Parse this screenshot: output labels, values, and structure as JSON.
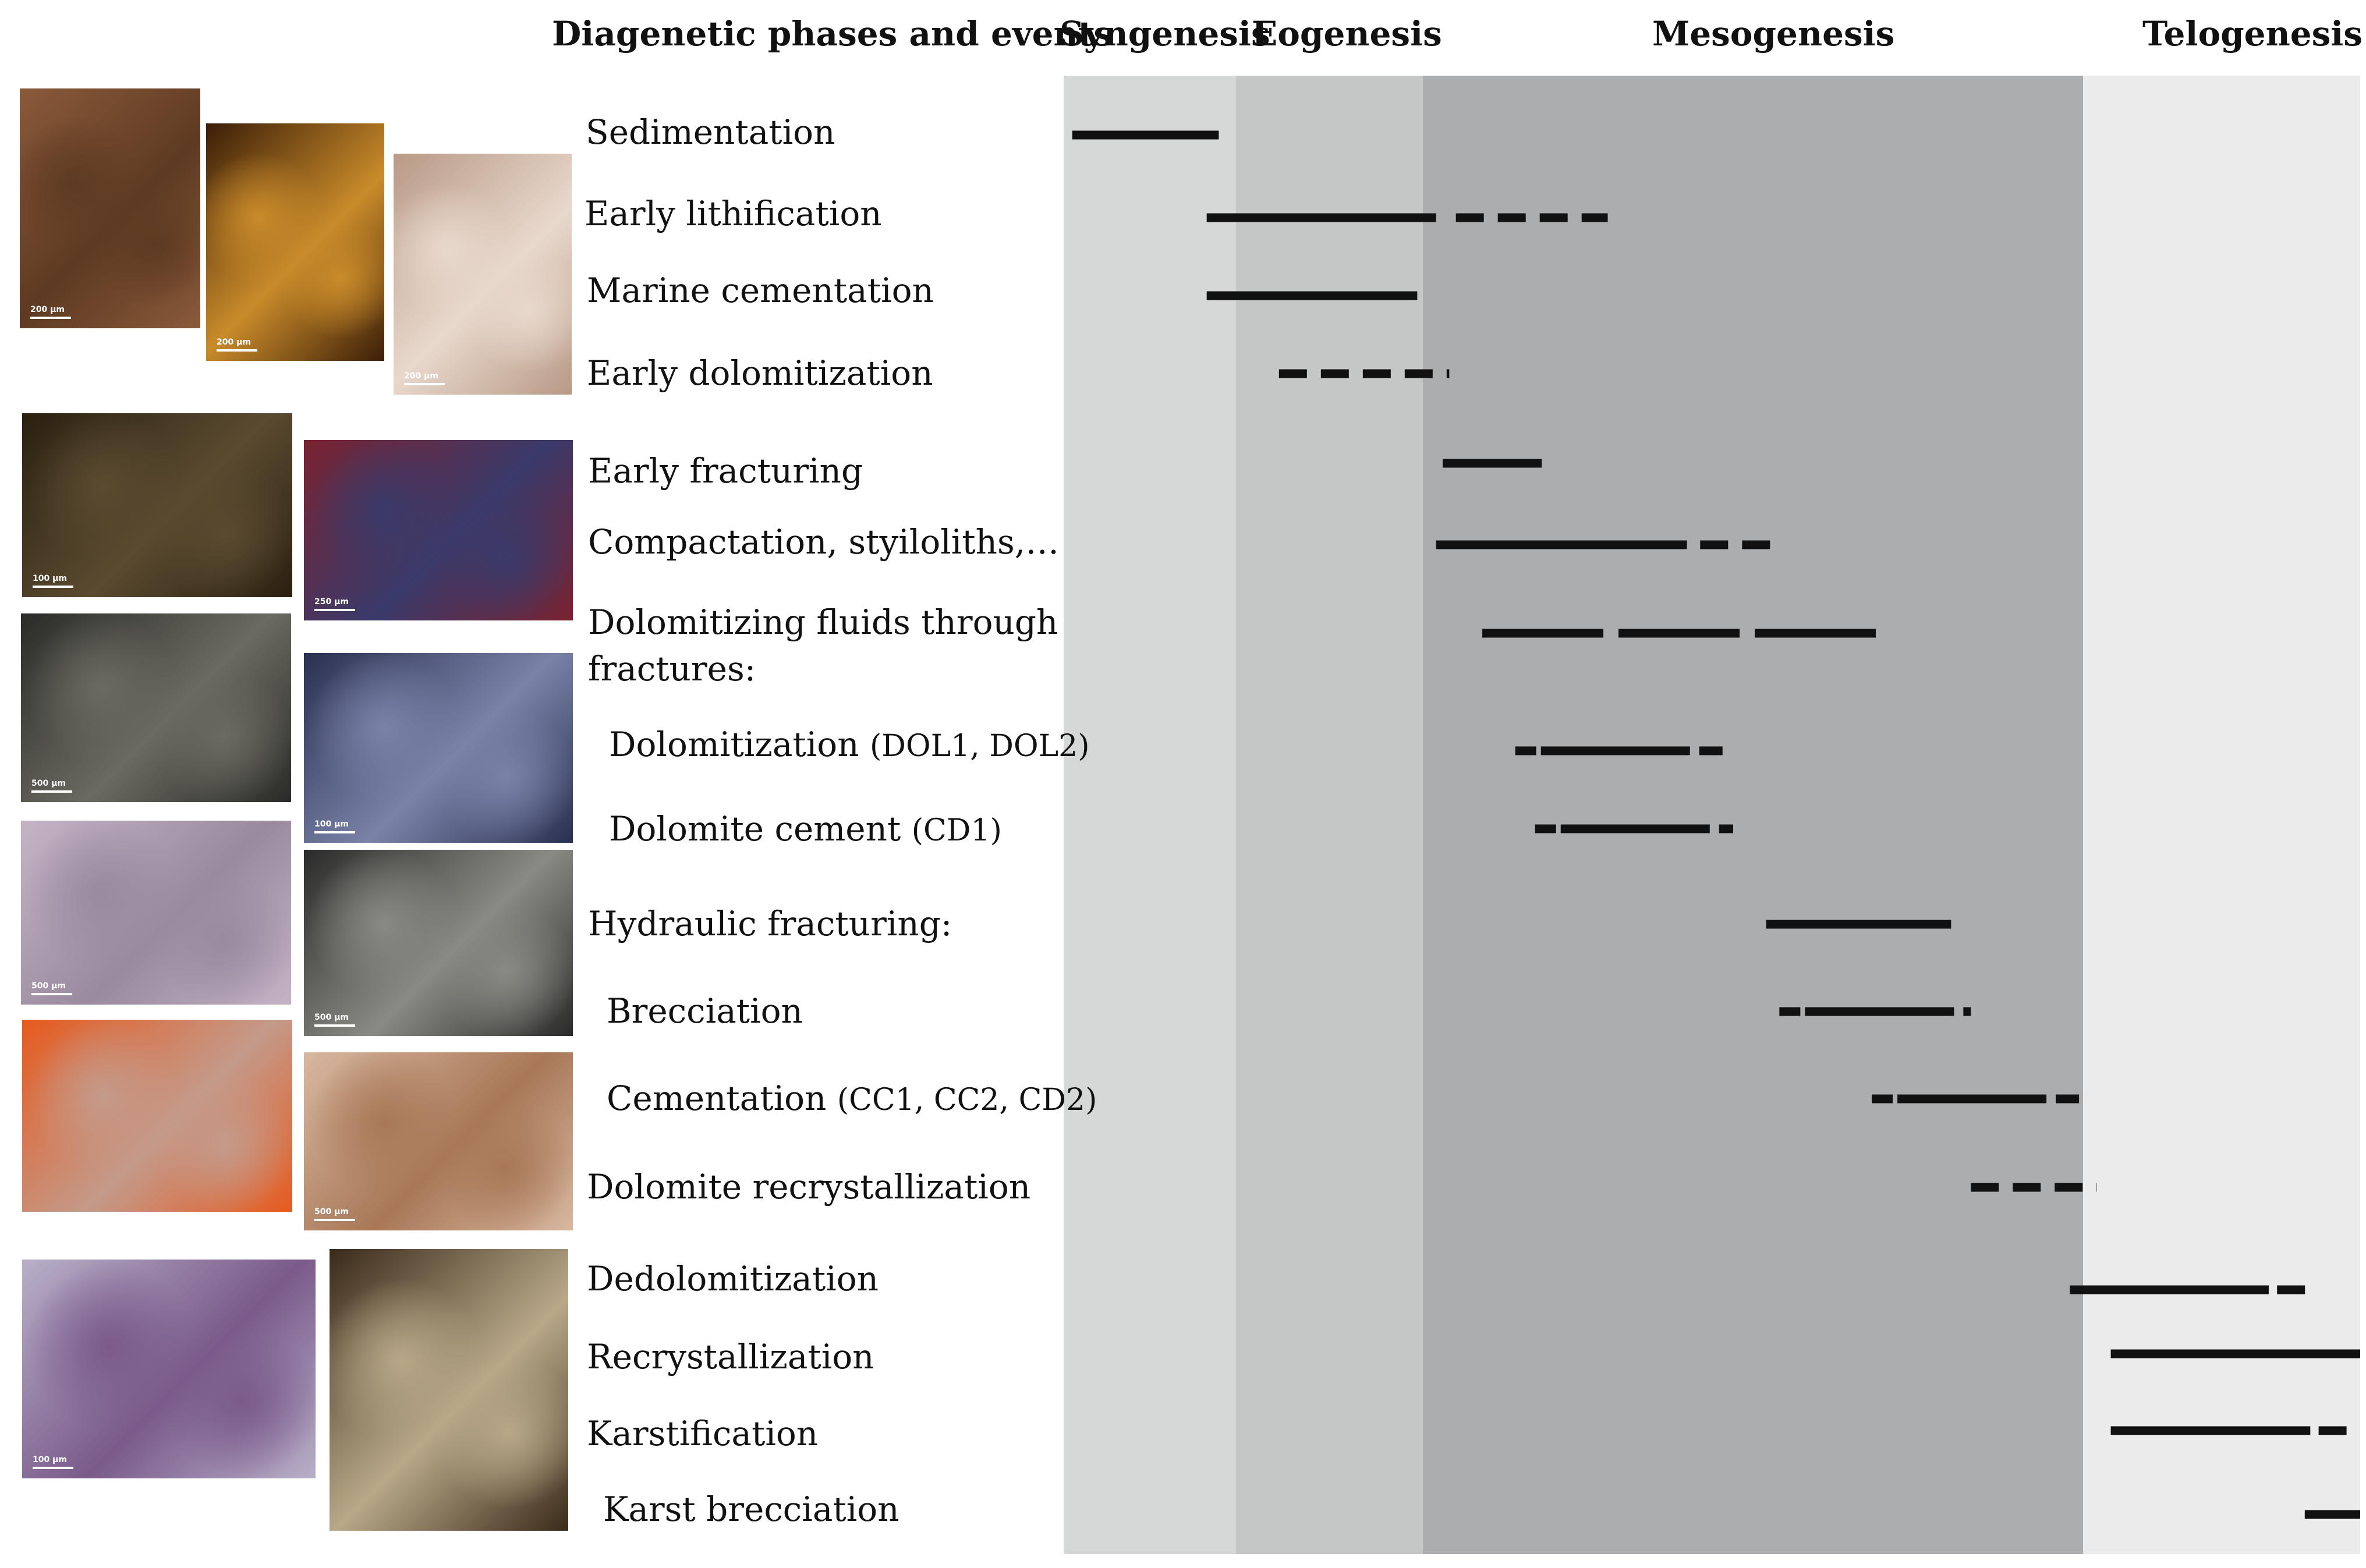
{
  "header": {
    "title": "Diagenetic phases and events",
    "phases": [
      {
        "name": "Syngenesis",
        "color": "#d6d8d8"
      },
      {
        "name": "Eogenesis",
        "color": "#c5c7c7"
      },
      {
        "name": "Mesogenesis",
        "color": "#acadaf"
      },
      {
        "name": "Telogenesis",
        "color": "#ebebeb"
      }
    ]
  },
  "events": [
    {
      "label": "Sedimentation",
      "sub": ""
    },
    {
      "label": "Early lithification",
      "sub": ""
    },
    {
      "label": "Marine cementation",
      "sub": ""
    },
    {
      "label": "Early dolomitization",
      "sub": ""
    },
    {
      "label": "Early fracturing",
      "sub": ""
    },
    {
      "label": "Compactation, styiloliths,…",
      "sub": ""
    },
    {
      "label": "Dolomitizing fluids through",
      "sub": ""
    },
    {
      "label": "fractures:",
      "sub": ""
    },
    {
      "label": "Dolomitization ",
      "sub": "(DOL1, DOL2)"
    },
    {
      "label": "Dolomite cement ",
      "sub": "(CD1)"
    },
    {
      "label": "Hydraulic fracturing:",
      "sub": ""
    },
    {
      "label": "Brecciation",
      "sub": ""
    },
    {
      "label": "Cementation  ",
      "sub": "(CC1, CC2, CD2)"
    },
    {
      "label": "Dolomite recrystallization",
      "sub": ""
    },
    {
      "label": "Dedolomitization",
      "sub": ""
    },
    {
      "label": "Recrystallization",
      "sub": ""
    },
    {
      "label": "Karstification",
      "sub": ""
    },
    {
      "label": "Karst brecciation",
      "sub": ""
    }
  ],
  "micrographs": [
    {
      "scale": "200 µm",
      "colors": [
        "#8a5a3a",
        "#5e3a22"
      ]
    },
    {
      "scale": "200 µm",
      "colors": [
        "#3b1e08",
        "#c98b2a"
      ]
    },
    {
      "scale": "200 µm",
      "colors": [
        "#b89a86",
        "#e8d8cc"
      ]
    },
    {
      "scale": "100 µm",
      "colors": [
        "#2a2010",
        "#5a4a30"
      ]
    },
    {
      "scale": "250 µm",
      "colors": [
        "#7a2230",
        "#3a3a6a"
      ]
    },
    {
      "scale": "500 µm",
      "colors": [
        "#2a2a28",
        "#6a6a60"
      ]
    },
    {
      "scale": "100 µm",
      "colors": [
        "#2a3050",
        "#7a82a8"
      ]
    },
    {
      "scale": "500 µm",
      "colors": [
        "#c4b4c4",
        "#9a8aa0"
      ]
    },
    {
      "scale": "500 µm",
      "colors": [
        "#2a2a2a",
        "#8a8a84"
      ]
    },
    {
      "scale": "",
      "colors": [
        "#e65a1e",
        "#c49a8a"
      ]
    },
    {
      "scale": "500 µm",
      "colors": [
        "#d8b8a0",
        "#a87858"
      ]
    },
    {
      "scale": "100 µm",
      "colors": [
        "#b8b0c8",
        "#7a5a8a"
      ]
    },
    {
      "scale": "",
      "colors": [
        "#3a2a1a",
        "#b8a888"
      ]
    }
  ],
  "chart_data": {
    "type": "timeline",
    "columns": [
      "Syngenesis",
      "Eogenesis",
      "Mesogenesis",
      "Telogenesis"
    ],
    "bars": [
      {
        "row": 0,
        "segments": [
          {
            "from": 0.05,
            "to": 0.9,
            "style": "solid"
          }
        ]
      },
      {
        "row": 1,
        "segments": [
          {
            "from": 0.83,
            "to": 2.02,
            "style": "solid"
          },
          {
            "from": 2.05,
            "to": 2.28,
            "style": "dashed"
          }
        ]
      },
      {
        "row": 2,
        "segments": [
          {
            "from": 0.83,
            "to": 1.97,
            "style": "solid"
          }
        ]
      },
      {
        "row": 3,
        "segments": [
          {
            "from": 1.23,
            "to": 2.04,
            "style": "dashed"
          }
        ]
      },
      {
        "row": 4,
        "segments": [
          {
            "from": 2.03,
            "to": 2.18,
            "style": "solid"
          }
        ]
      },
      {
        "row": 5,
        "segments": [
          {
            "from": 2.02,
            "to": 2.4,
            "style": "solid"
          },
          {
            "from": 2.42,
            "to": 2.53,
            "style": "dashed"
          }
        ]
      },
      {
        "row": 6,
        "segments": [
          {
            "from": 2.09,
            "to": 2.69,
            "style": "long-dashed"
          }
        ]
      },
      {
        "row": 8,
        "segments": [
          {
            "from": 2.14,
            "to": 2.46,
            "style": "mixed"
          }
        ]
      },
      {
        "row": 9,
        "segments": [
          {
            "from": 2.17,
            "to": 2.47,
            "style": "mixed"
          }
        ]
      },
      {
        "row": 10,
        "segments": [
          {
            "from": 2.52,
            "to": 2.8,
            "style": "solid"
          },
          {
            "from": 2.76,
            "to": 2.8,
            "style": "dashed"
          }
        ]
      },
      {
        "row": 11,
        "segments": [
          {
            "from": 2.54,
            "to": 2.83,
            "style": "mixed"
          }
        ]
      },
      {
        "row": 12,
        "segments": [
          {
            "from": 2.68,
            "to": 3.0,
            "style": "mixed"
          }
        ]
      },
      {
        "row": 13,
        "segments": [
          {
            "from": 2.83,
            "to": 3.05,
            "style": "dashed"
          }
        ]
      },
      {
        "row": 14,
        "segments": [
          {
            "from": 2.98,
            "to": 3.67,
            "style": "solid"
          },
          {
            "from": 3.7,
            "to": 3.82,
            "style": "dashed"
          }
        ]
      },
      {
        "row": 15,
        "segments": [
          {
            "from": 3.1,
            "to": 4.0,
            "style": "solid"
          }
        ]
      },
      {
        "row": 16,
        "segments": [
          {
            "from": 3.1,
            "to": 3.82,
            "style": "solid"
          },
          {
            "from": 3.85,
            "to": 4.0,
            "style": "dashed"
          }
        ]
      },
      {
        "row": 17,
        "segments": [
          {
            "from": 3.8,
            "to": 4.0,
            "style": "solid"
          }
        ]
      }
    ]
  }
}
